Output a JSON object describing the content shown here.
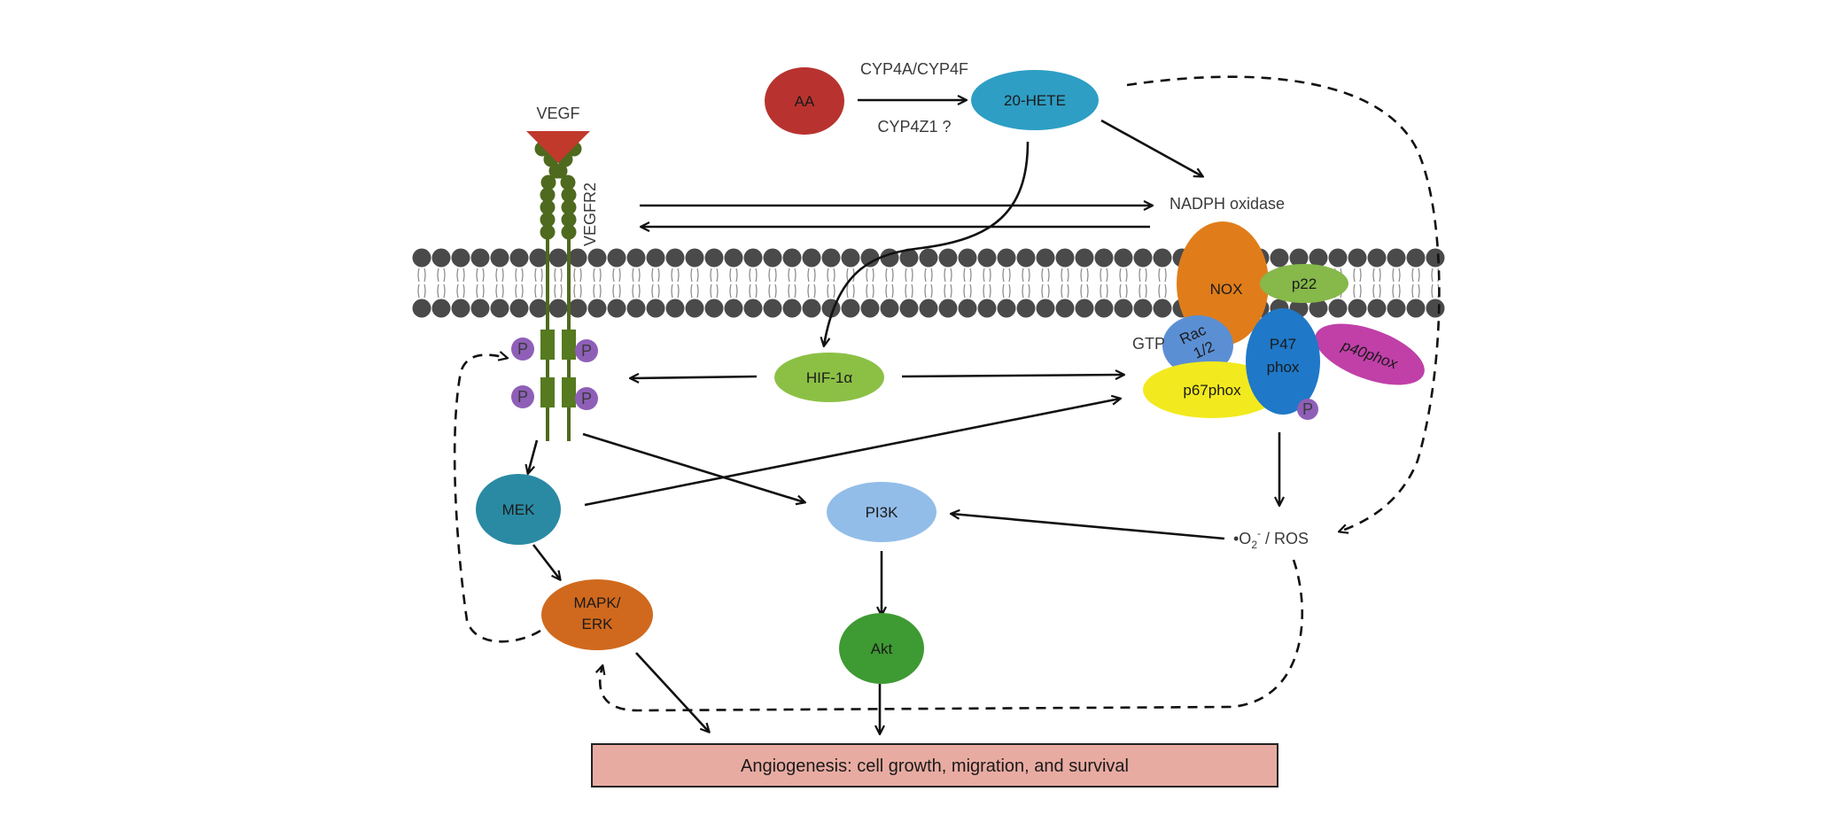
{
  "reaction": {
    "enzymes_top": "CYP4A/CYP4F",
    "enzymes_bottom": "CYP4Z1 ?"
  },
  "ligand": "VEGF",
  "receptor": "VEGFR2",
  "nadph_label": "NADPH oxidase",
  "gtp_label": "GTP",
  "phospho_label": "P",
  "ros": {
    "prefix": "•O",
    "sub": "2",
    "sup": "-",
    "suffix": " / ROS"
  },
  "outcome": "Angiogenesis:  cell growth, migration, and survival",
  "nodes": {
    "aa": {
      "label": "AA",
      "color": "#b8332f"
    },
    "hete": {
      "label": "20-HETE",
      "color": "#2e9ec4"
    },
    "hif": {
      "label": "HIF-1α",
      "color": "#8cc045"
    },
    "mek": {
      "label": "MEK",
      "color": "#2a8aa3"
    },
    "pi3k": {
      "label": "PI3K",
      "color": "#93bde9"
    },
    "mapk": {
      "label_top": "MAPK/",
      "label_bottom": "ERK",
      "color": "#d0691d"
    },
    "akt": {
      "label": "Akt",
      "color": "#3e9a33"
    },
    "nox": {
      "label": "NOX",
      "color": "#e07d1a"
    },
    "p22": {
      "label": "p22",
      "color": "#86b84a"
    },
    "rac": {
      "label_top": "Rac",
      "label_bottom": "1/2",
      "color": "#5b8fd4"
    },
    "p47": {
      "label_top": "P47",
      "label_bottom": "phox",
      "color": "#1f78c8"
    },
    "p40": {
      "label": "p40phox",
      "color": "#c040a8"
    },
    "p67": {
      "label": "p67phox",
      "color": "#f2ea1e"
    }
  },
  "colors": {
    "membrane": "#4a4a4a",
    "receptor": "#4e6a1e",
    "ligand": "#c0392b",
    "phospho": "#8f5fb8",
    "outcome_fill": "#e8aba2"
  }
}
